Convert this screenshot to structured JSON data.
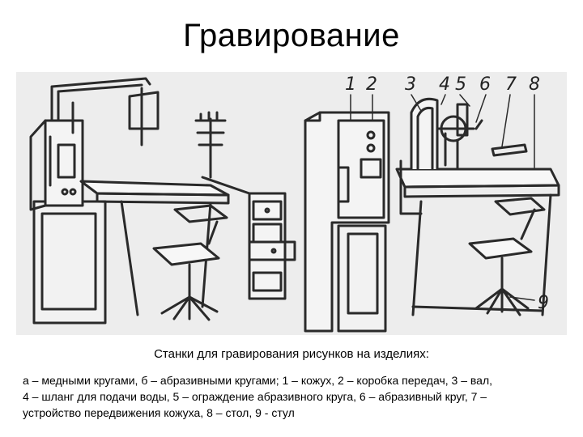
{
  "slide": {
    "title": "Гравирование"
  },
  "figure": {
    "callouts": [
      "1",
      "2",
      "3",
      "4",
      "5",
      "6",
      "7",
      "8",
      "9"
    ]
  },
  "caption": "Станки для гравирования рисунков на изделиях:",
  "legend": {
    "line1": "а – медными кругами, б – абразивными кругами; 1 – кожух, 2 – коробка передач, 3 – вал,",
    "line2": "4 – шланг для подачи воды, 5 – ограждение абразивного круга, 6 – абразивный круг, 7 –",
    "line3": "устройство передвижения кожуха, 8 – стол, 9 - стул"
  }
}
